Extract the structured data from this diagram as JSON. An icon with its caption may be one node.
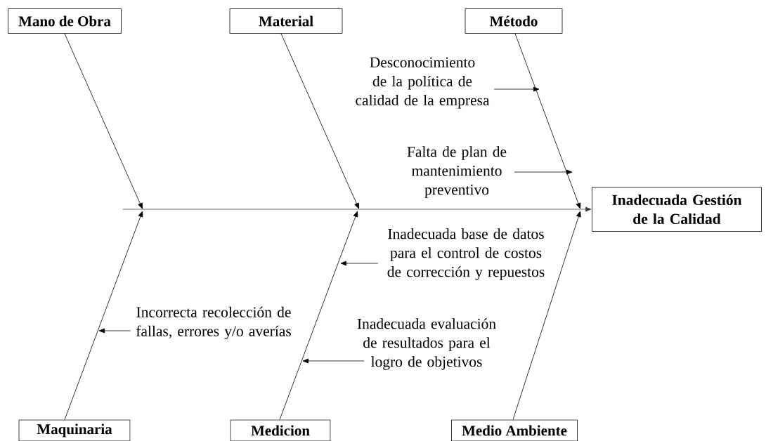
{
  "diagram": {
    "nodes": [
      {
        "text": [
          "Mano de Obra"
        ]
      },
      {
        "text": [
          "Material"
        ]
      },
      {
        "text": [
          "Método"
        ]
      },
      {
        "text": [
          "Inadecuada Gestión de la Calidad"
        ]
      },
      {
        "text": [
          "Maquinaria"
        ]
      },
      {
        "text": [
          "Medicion"
        ]
      },
      {
        "text": [
          "Medio Ambiente"
        ]
      },
      {
        "text": [
          "Desconocimiento de la política de calidad de la empresa"
        ]
      },
      {
        "text": [
          "Falta de plan de mantenimiento preventivo"
        ]
      },
      {
        "text": [
          "Inadecuada base de datos para el control de costos de corrección y repuestos"
        ]
      },
      {
        "text": [
          "Incorrecta recolección de fallas, errores y/o averías"
        ]
      },
      {
        "text": [
          "Inadecuada evaluación de resultados para el logro de objetivos"
        ]
      }
    ],
    "edges": [
      {
        "from": 0,
        "to": null,
        "arrow": "to"
      },
      {
        "from": 1,
        "to": null,
        "arrow": "to"
      },
      {
        "from": 2,
        "to": null,
        "arrow": "to"
      },
      {
        "from": 4,
        "to": null,
        "arrow": "to"
      },
      {
        "from": 5,
        "to": null,
        "arrow": "to"
      },
      {
        "from": 6,
        "to": null,
        "arrow": "to"
      },
      {
        "from": null,
        "to": 3,
        "arrow": "to"
      },
      {
        "from": 7,
        "to": null,
        "arrow": "to"
      },
      {
        "from": 8,
        "to": null,
        "arrow": "to"
      },
      {
        "from": 9,
        "to": null,
        "arrow": "to"
      },
      {
        "from": 10,
        "to": null,
        "arrow": "to"
      },
      {
        "from": 11,
        "to": null,
        "arrow": "to"
      }
    ]
  }
}
